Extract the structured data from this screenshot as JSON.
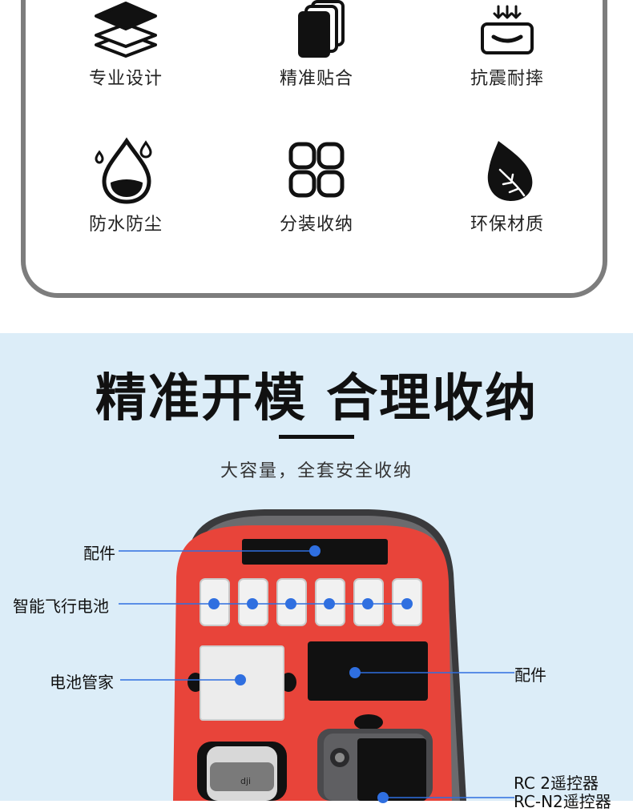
{
  "features": [
    {
      "label": "专业设计",
      "icon": "layers-icon"
    },
    {
      "label": "精准贴合",
      "icon": "stacked-cards-icon"
    },
    {
      "label": "抗震耐摔",
      "icon": "shock-absorb-icon"
    },
    {
      "label": "防水防尘",
      "icon": "water-drop-icon"
    },
    {
      "label": "分装收纳",
      "icon": "grid-compartments-icon"
    },
    {
      "label": "环保材质",
      "icon": "leaf-icon"
    }
  ],
  "section": {
    "headline": "精准开模 合理收纳",
    "subline": "大容量，全套安全收纳"
  },
  "callouts": {
    "accessory_top": "配件",
    "batteries": "智能飞行电池",
    "battery_hub": "电池管家",
    "accessory_right": "配件",
    "rc2": "RC 2遥控器",
    "rcn2": "RC-N2遥控器"
  },
  "colors": {
    "foam_red": "#e8443a",
    "dot_blue": "#2f6fe0",
    "section_bg": "#dcedf8",
    "card_border": "#7d7d7d"
  }
}
